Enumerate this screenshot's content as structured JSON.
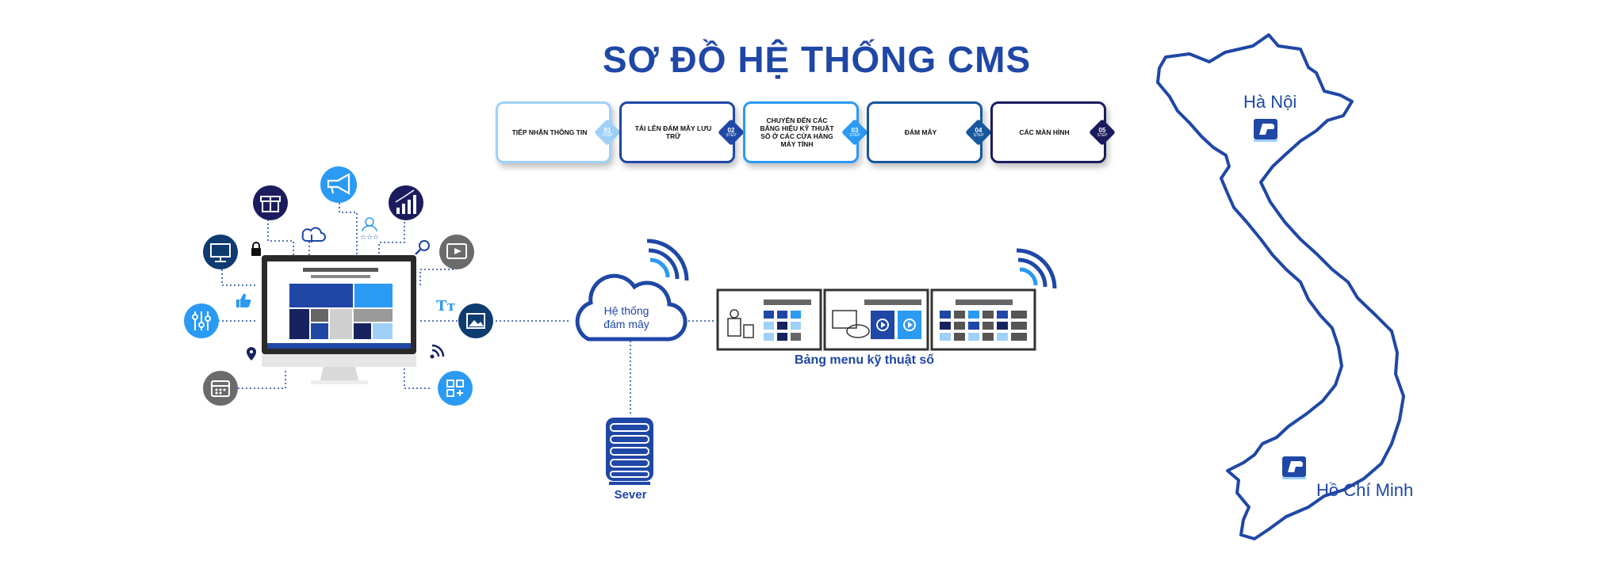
{
  "title": "SƠ ĐỒ HỆ THỐNG CMS",
  "steps": [
    {
      "label": "TIẾP NHẬN THÔNG TIN",
      "num": "01",
      "unit": "STEP"
    },
    {
      "label": "TẢI LÊN ĐÁM MÂY LƯU TRỮ",
      "num": "02",
      "unit": "STEP"
    },
    {
      "label": "CHUYỂN ĐẾN CÁC BẢNG HIỆU KỸ THUẬT SỐ Ở CÁC CỬA HÀNG MÁY TÍNH",
      "num": "03",
      "unit": "STEP"
    },
    {
      "label": "ĐÁM MÂY",
      "num": "04",
      "unit": "STEP"
    },
    {
      "label": "CÁC MÀN HÌNH",
      "num": "05",
      "unit": "STEP"
    }
  ],
  "cloud_label_1": "Hệ thống",
  "cloud_label_2": "đám mây",
  "server_label": "Sever",
  "menu_label": "Bảng menu kỹ thuật số",
  "map": {
    "north_city": "Hà Nội",
    "south_city": "Hồ Chí Minh"
  },
  "tt_glyph": "Tт",
  "colors": {
    "primary": "#1f47a6",
    "navy": "#17235e",
    "light_blue": "#2b9af3",
    "pale_blue": "#9fd1f7",
    "grey": "#6b6b6b"
  }
}
